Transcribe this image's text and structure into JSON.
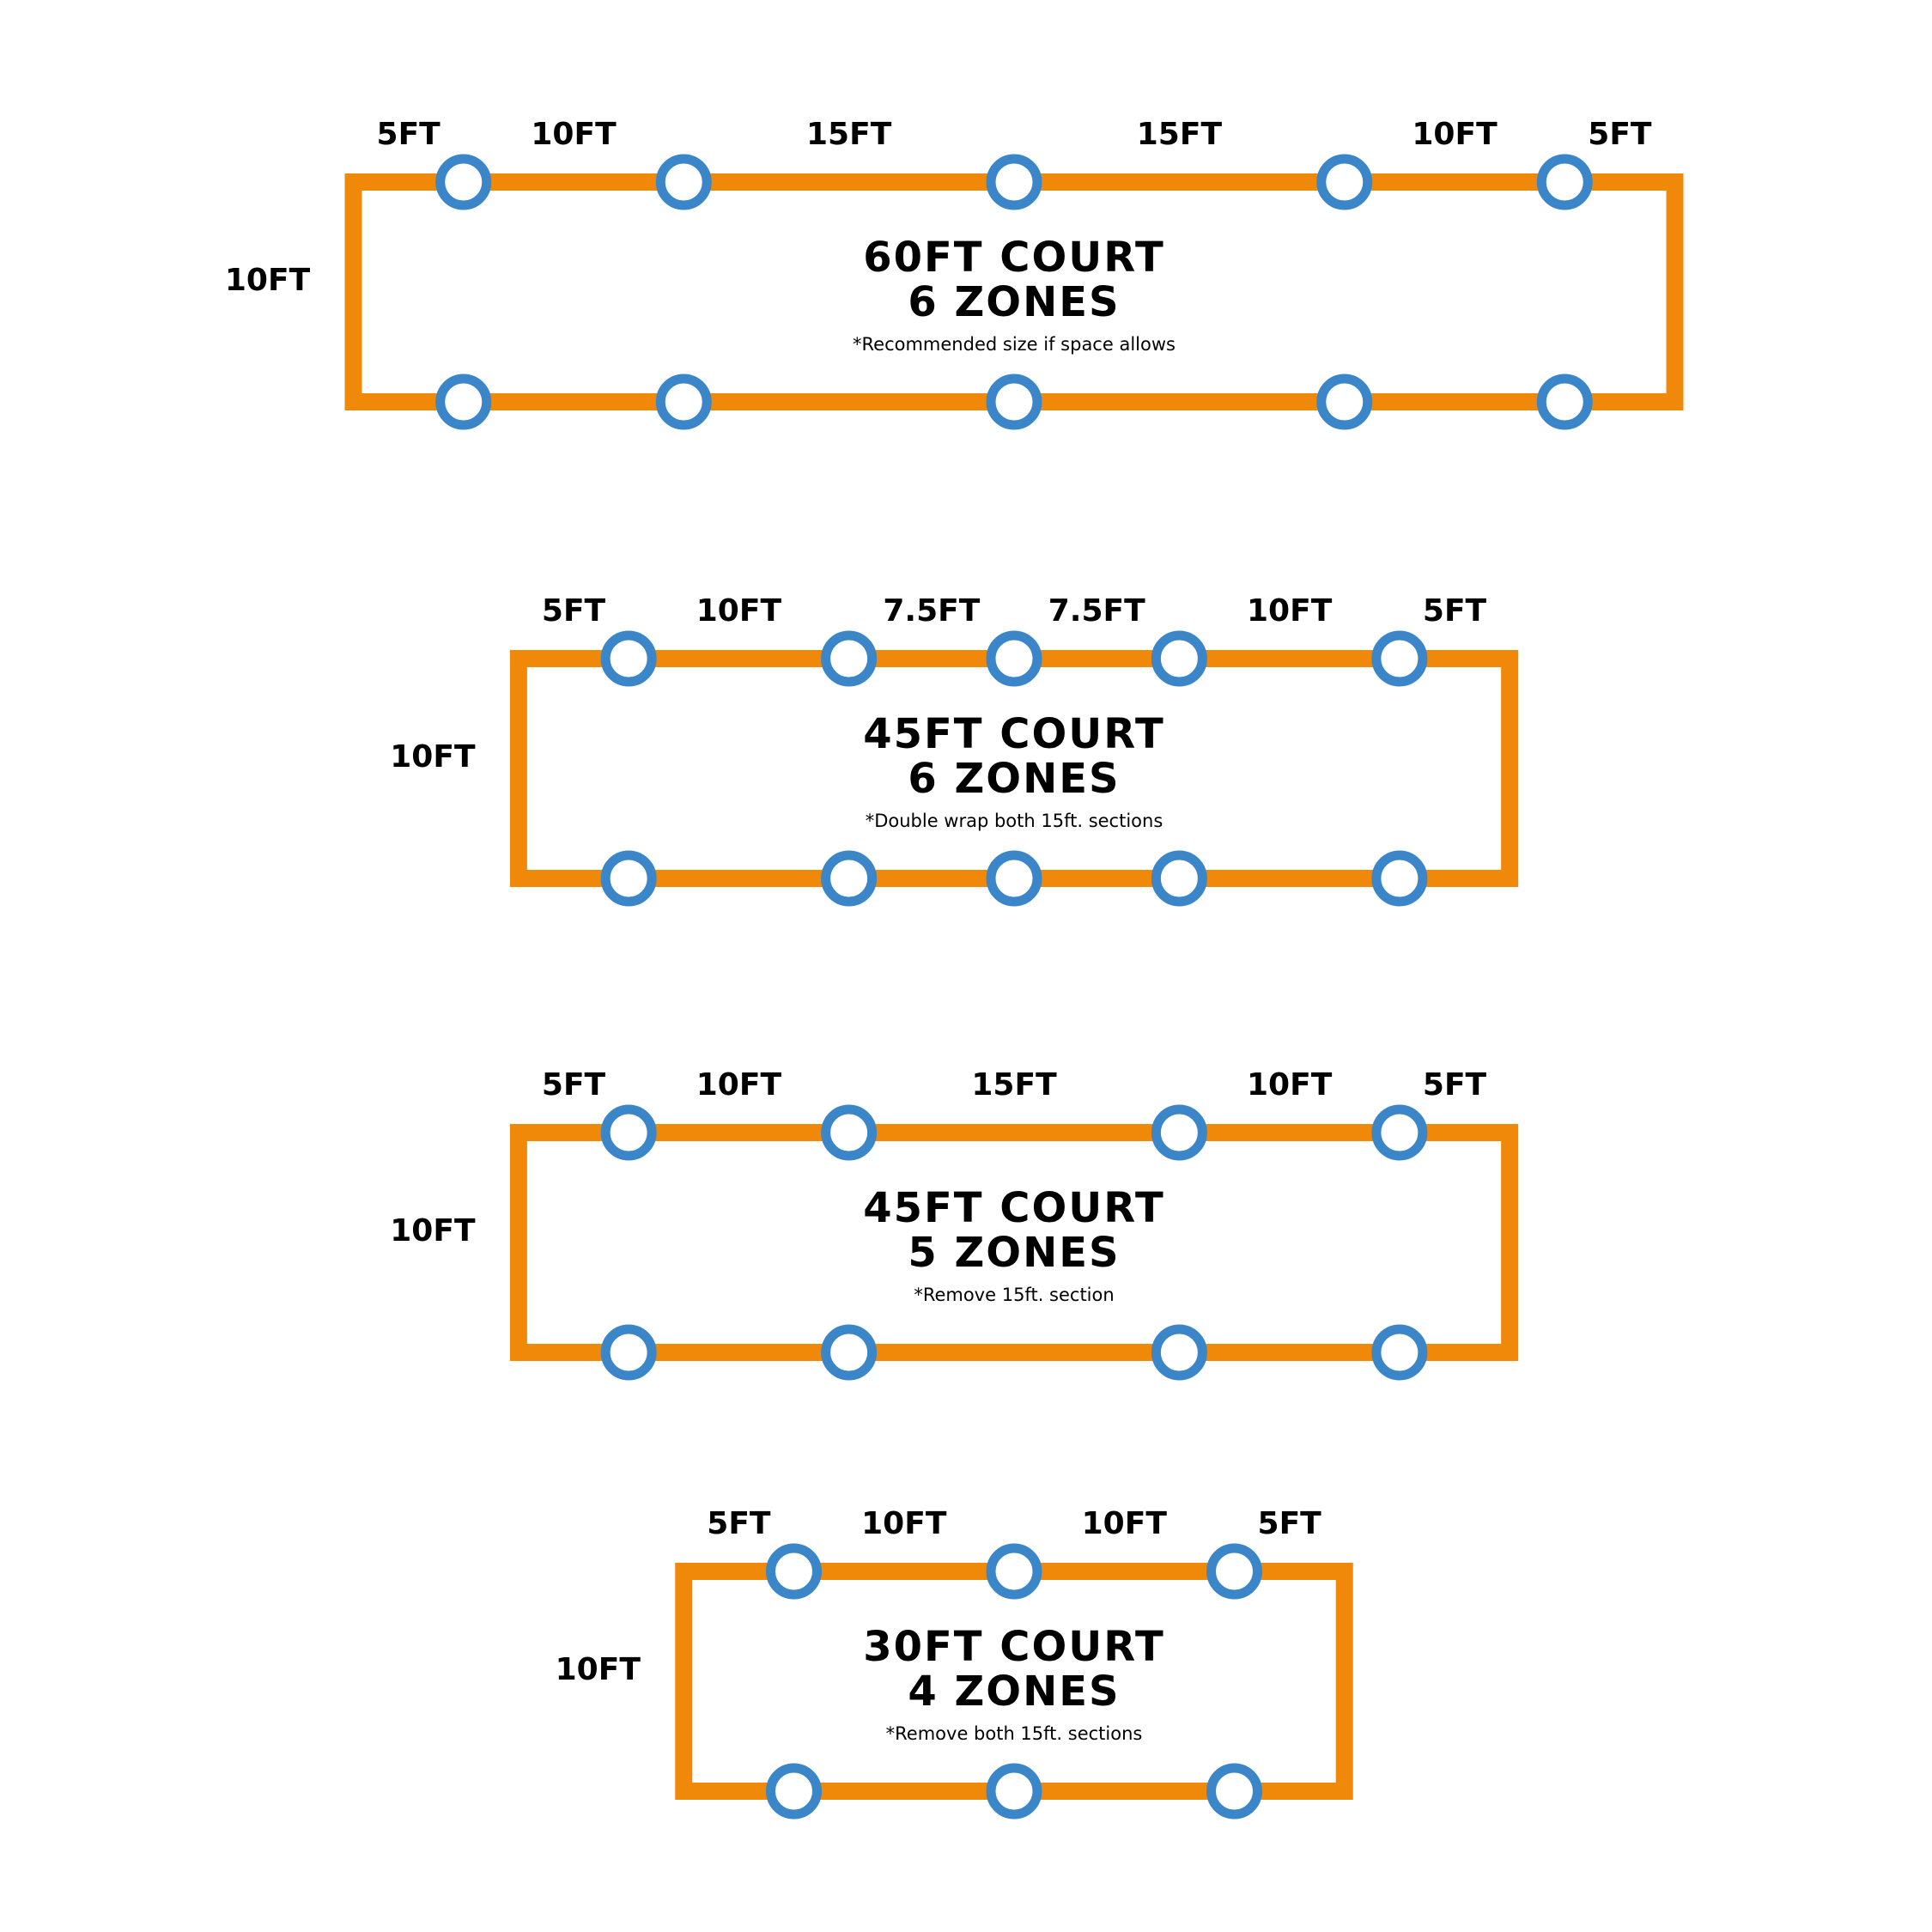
{
  "colors": {
    "frame": "#F0890A",
    "post": "#3A86C8",
    "post_fill": "#FFFFFF",
    "text": "#000000"
  },
  "courts": [
    {
      "title": "60FT COURT",
      "zones": "6 ZONES",
      "note": "*Recommended size if space allows",
      "side": "10FT",
      "segments": [
        "5FT",
        "10FT",
        "15FT",
        "15FT",
        "10FT",
        "5FT"
      ],
      "segment_feet": [
        5,
        10,
        15,
        15,
        10,
        5
      ]
    },
    {
      "title": "45FT COURT",
      "zones": "6 ZONES",
      "note": "*Double wrap both 15ft. sections",
      "side": "10FT",
      "segments": [
        "5FT",
        "10FT",
        "7.5FT",
        "7.5FT",
        "10FT",
        "5FT"
      ],
      "segment_feet": [
        5,
        10,
        7.5,
        7.5,
        10,
        5
      ]
    },
    {
      "title": "45FT COURT",
      "zones": "5 ZONES",
      "note": "*Remove 15ft. section",
      "side": "10FT",
      "segments": [
        "5FT",
        "10FT",
        "15FT",
        "10FT",
        "5FT"
      ],
      "segment_feet": [
        5,
        10,
        15,
        10,
        5
      ]
    },
    {
      "title": "30FT COURT",
      "zones": "4 ZONES",
      "note": "*Remove both 15ft. sections",
      "side": "10FT",
      "segments": [
        "5FT",
        "10FT",
        "10FT",
        "5FT"
      ],
      "segment_feet": [
        5,
        10,
        10,
        5
      ]
    }
  ]
}
